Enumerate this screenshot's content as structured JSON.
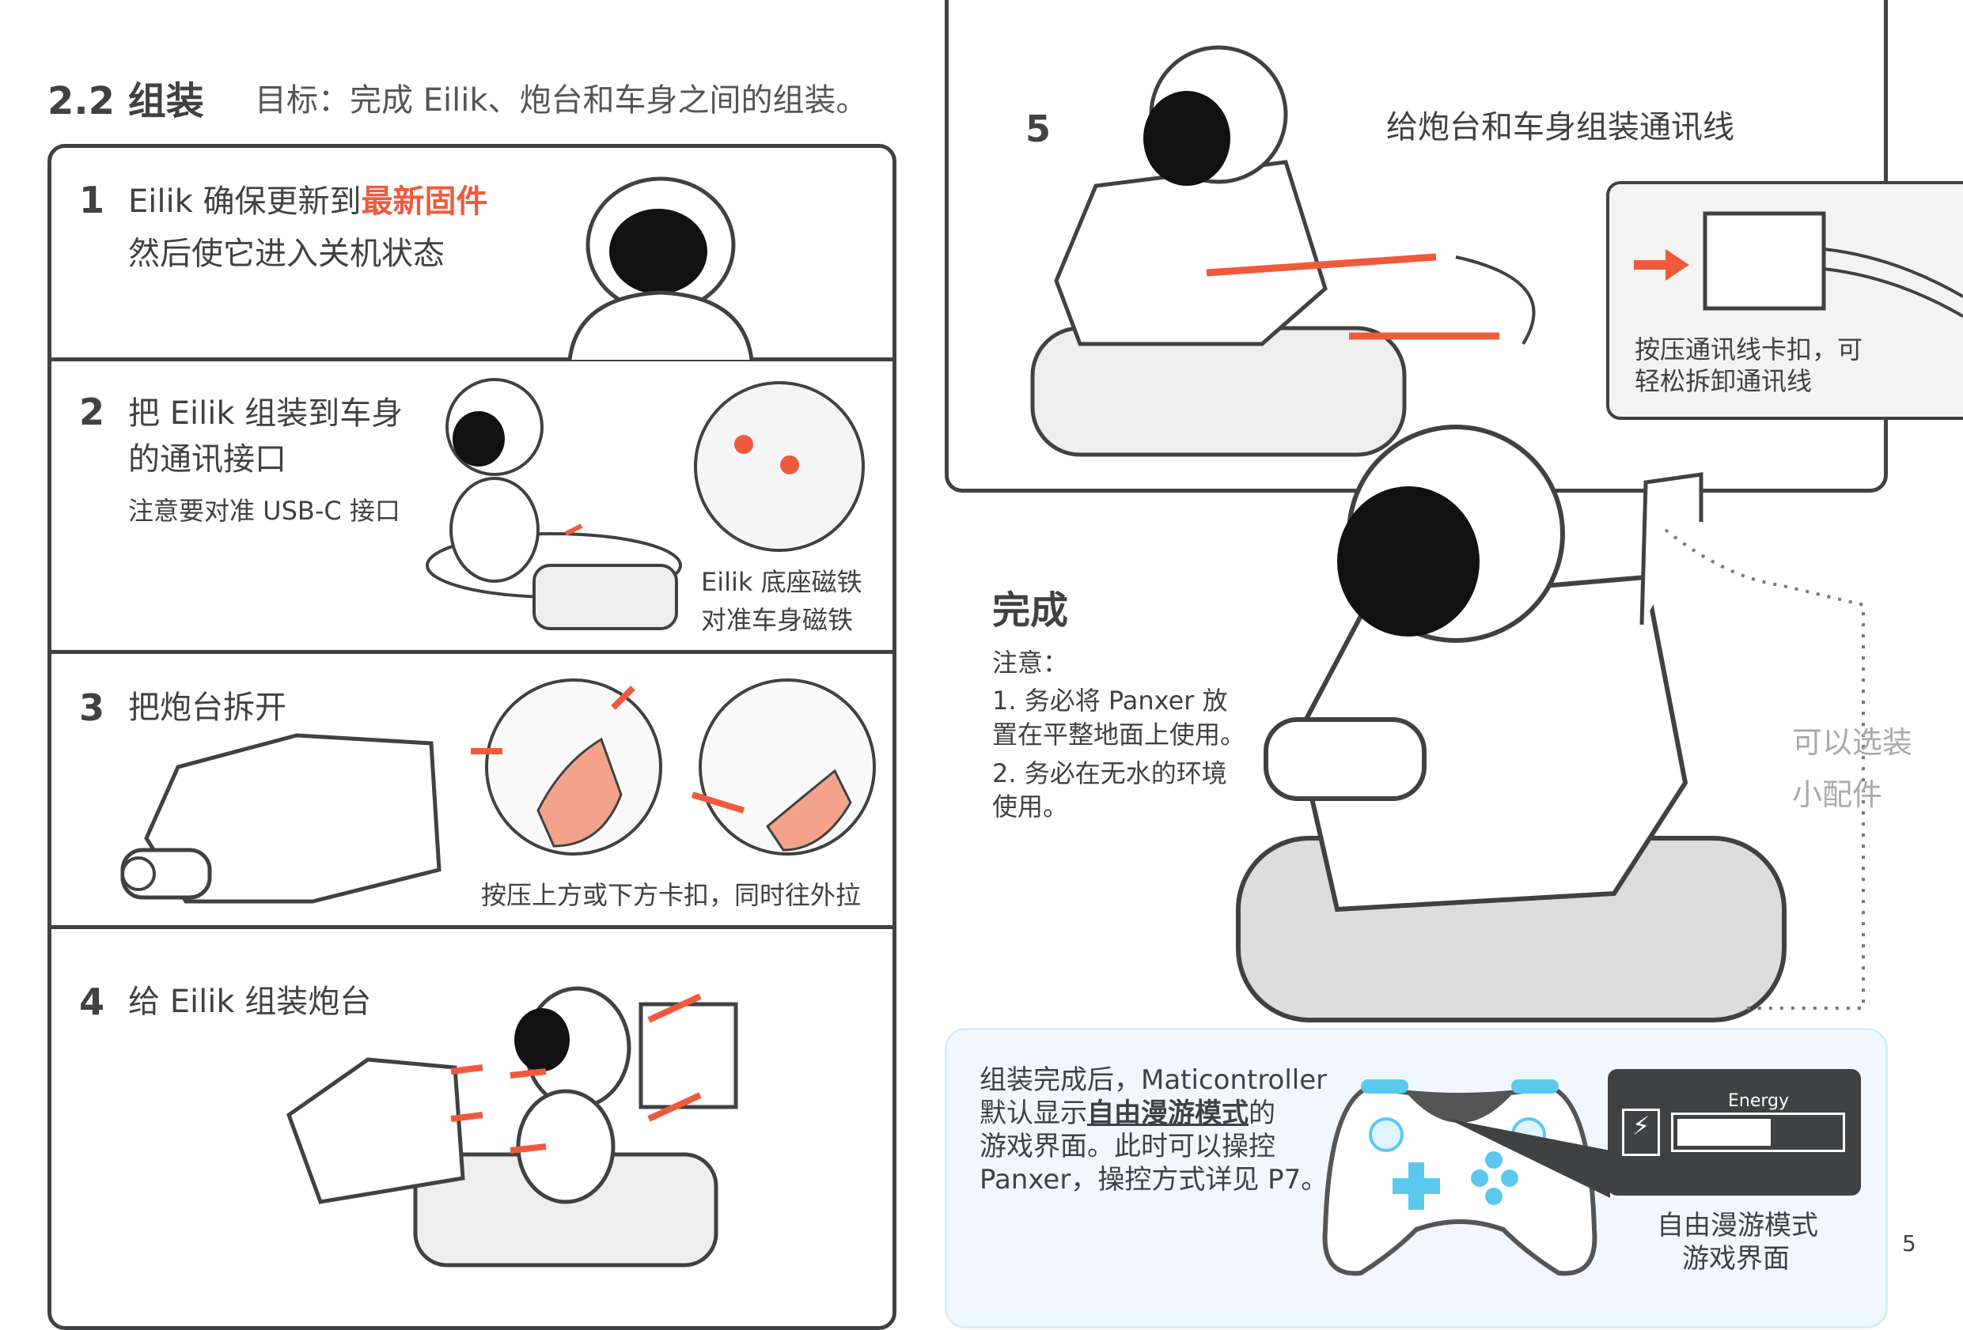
{
  "header": {
    "section": "2.2 组装",
    "goal": "目标：完成 Eilik、炮台和车身之间的组装。"
  },
  "steps": [
    {
      "num": "1",
      "line1_pre": "Eilik 确保更新到",
      "line1_highlight": "最新固件",
      "line2": "然后使它进入关机状态"
    },
    {
      "num": "2",
      "line1": "把 Eilik 组装到车身",
      "line2": "的通讯接口",
      "note": "注意要对准 USB-C 接口",
      "callout1": "Eilik 底座磁铁",
      "callout2": "对准车身磁铁"
    },
    {
      "num": "3",
      "line1": "把炮台拆开",
      "caption": "按压上方或下方卡扣，同时往外拉"
    },
    {
      "num": "4",
      "line1": "给 Eilik 组装炮台"
    },
    {
      "num": "5",
      "line1": "给炮台和车身组装通讯线",
      "inset1": "按压通讯线卡扣，可",
      "inset2": "轻松拆卸通讯线"
    }
  ],
  "done": {
    "title": "完成",
    "note_label": "注意：",
    "n1a": "1. 务必将 Panxer 放",
    "n1b": "置在平整地面上使用。",
    "n2a": "2. 务必在无水的环境",
    "n2b": "使用。",
    "optional1": "可以选装",
    "optional2": "小配件"
  },
  "controller": {
    "t1": "组装完成后，Maticontroller",
    "t2_pre": "默认显示",
    "t2_bold": "自由漫游模式",
    "t2_post": "的",
    "t3": "游戏界面。此时可以操控",
    "t4": "Panxer，操控方式详见 P7。",
    "screen_label": "Energy",
    "cap1": "自由漫游模式",
    "cap2": "游戏界面"
  },
  "page_number": "5",
  "colors": {
    "accent": "#f05a3c",
    "dark": "#3f4143",
    "blue": "#5bc8f0"
  }
}
